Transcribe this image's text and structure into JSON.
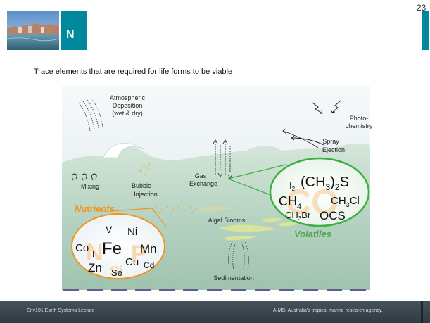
{
  "slide": {
    "page_number": "23",
    "title": "N",
    "subtitle": "Trace elements that are required for life forms to be viable"
  },
  "diagram": {
    "labels": {
      "atmospheric": [
        "Atmospheric",
        "Deposition",
        "(wet & dry)"
      ],
      "photochemistry": [
        "Photo-",
        "chemistry"
      ],
      "spray": [
        "Spray",
        "Ejection"
      ],
      "gas": [
        "Gas",
        "Exchange"
      ],
      "mixing": "Mixing",
      "bubble": [
        "Bubble",
        "Injection"
      ],
      "nutrients": "Nutrients",
      "algal": "Algal Blooms",
      "volatiles": "Volatiles",
      "sedimentation": "Sedimentation"
    },
    "nutrient_circle": {
      "bg_letters": [
        "N",
        "P",
        "Si"
      ],
      "elements": [
        "V",
        "Ni",
        "Co",
        "I",
        "Fe",
        "Mn",
        "Cu",
        "Cd",
        "Zn",
        "Se"
      ]
    },
    "volatile_circle": {
      "bg_letters": "CO",
      "compounds": {
        "i2": "I",
        "i2_sub": "2",
        "ch32s_a": "(CH",
        "ch32s_sub1": "3",
        "ch32s_b": ")",
        "ch32s_sub2": "2",
        "ch32s_c": "S",
        "ch4": "CH",
        "ch4_sub": "4",
        "ch3cl_a": "CH",
        "ch3cl_sub": "3",
        "ch3cl_b": "Cl",
        "ch3br_a": "CH",
        "ch3br_sub": "3",
        "ch3br_b": "Br",
        "ocs": "OCS"
      }
    },
    "colors": {
      "nutrients": "#f0961e",
      "volatiles": "#4aa84a",
      "circle_outline_nutrient": "#f0961e",
      "circle_outline_volatile": "#3cb043"
    }
  },
  "footer": {
    "left": "Env101 Earth Systems Lecture",
    "right": "AIMS: Australia's tropical marine research agency."
  }
}
